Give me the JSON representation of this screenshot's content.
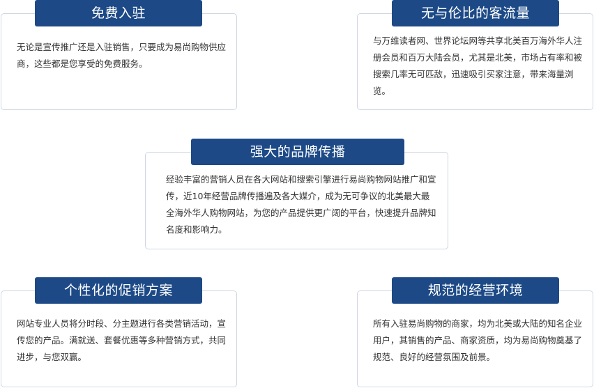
{
  "features": [
    {
      "title": "免费入驻",
      "body": "无论是宣传推广还是入驻销售，只要成为易尚购物供应商，这些都是您享受的免费服务。"
    },
    {
      "title": "无与伦比的客流量",
      "body": "与万维读者网、世界论坛网等共享北美百万海外华人注册会员和百万大陆会员，尤其是北美，市场占有率和被搜索几率无可匹敌，迅速吸引买家注意，带来海量浏览。"
    },
    {
      "title": "强大的品牌传播",
      "body": "经验丰富的营销人员在各大网站和搜索引擎进行易尚购物网站推广和宣传，近10年经营品牌传播遍及各大媒介，成为无可争议的北美最大最全海外华人购物网站，为您的产品提供更广阔的平台，快速提升品牌知名度和影响力。"
    },
    {
      "title": "个性化的促销方案",
      "body": "网站专业人员将分时段、分主题进行各类营销活动，宣传您的产品。满就送、套餐优惠等多种营销方式，共同进步，与您双赢。"
    },
    {
      "title": "规范的经营环境",
      "body": "所有入驻易尚购物的商家，均为北美或大陆的知名企业用户，其销售的产品、商家资质，均为易尚购物奠基了规范、良好的经营氛围及前景。"
    }
  ],
  "colors": {
    "title_background": "#1d4a87",
    "title_text": "#ffffff",
    "card_border": "#cfd6e2",
    "body_text": "#333333"
  }
}
